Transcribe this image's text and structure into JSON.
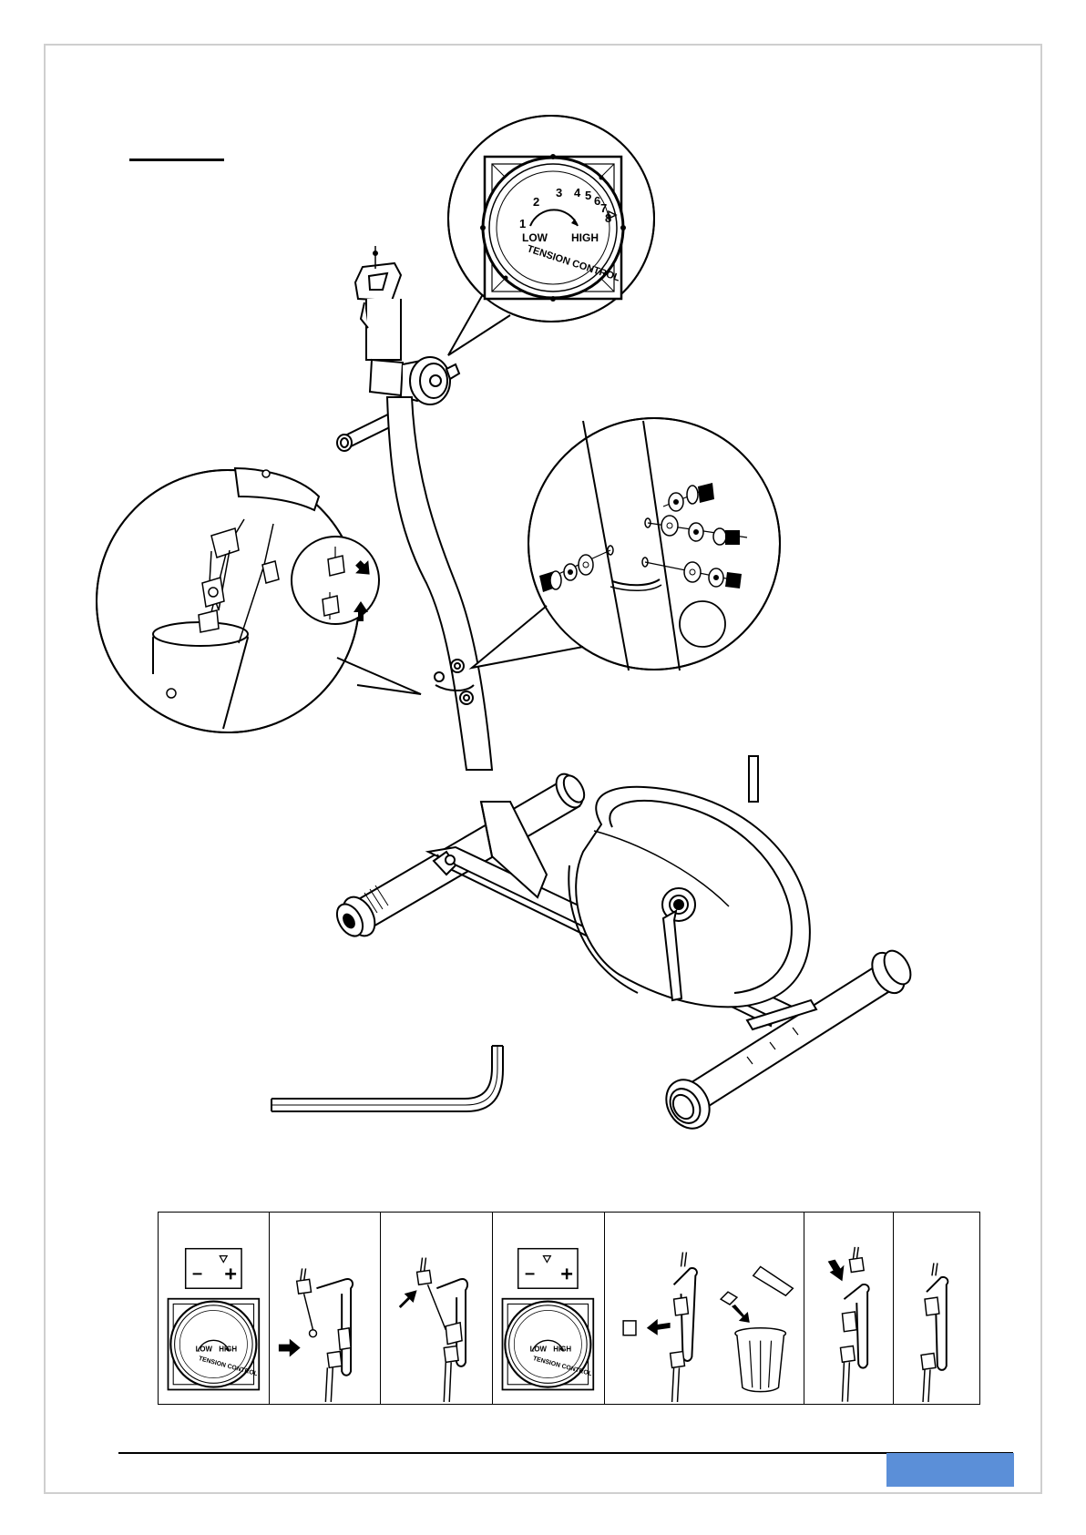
{
  "dial": {
    "numbers": [
      "1",
      "2",
      "3",
      "4",
      "5",
      "6",
      "7",
      "8"
    ],
    "low": "LOW",
    "high": "HIGH",
    "label": "TENSION CONTROL",
    "minus": "-",
    "plus": "+"
  },
  "colors": {
    "accent": "#5b8fd8",
    "border": "#cfcfcf",
    "line": "#000000"
  }
}
